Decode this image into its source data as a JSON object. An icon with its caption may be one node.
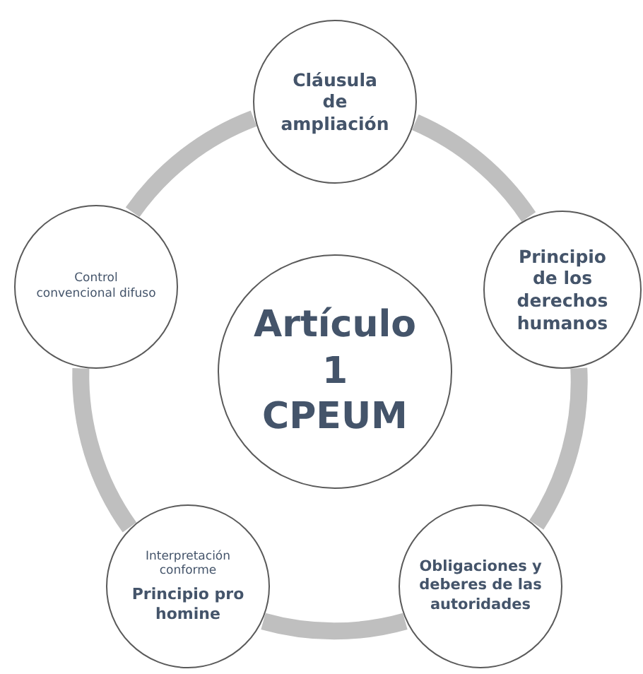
{
  "diagram": {
    "nodes": [
      {
        "text": [
          "Cláusula de ampliación"
        ]
      },
      {
        "text": [
          "Principio de los derechos humanos"
        ]
      },
      {
        "text": [
          "Obligaciones y deberes de las autoridades"
        ]
      },
      {
        "text": [
          "Interpretación conforme",
          "Principio pro homine"
        ]
      },
      {
        "text": [
          "Control convencional difuso"
        ]
      },
      {
        "text": [
          "Artículo 1 CPEUM"
        ]
      }
    ],
    "edges": [
      {
        "from": 0,
        "to": 1,
        "arrow": "none"
      },
      {
        "from": 1,
        "to": 2,
        "arrow": "none"
      },
      {
        "from": 2,
        "to": 3,
        "arrow": "none"
      },
      {
        "from": 3,
        "to": 4,
        "arrow": "none"
      },
      {
        "from": 4,
        "to": 0,
        "arrow": "none"
      }
    ]
  }
}
